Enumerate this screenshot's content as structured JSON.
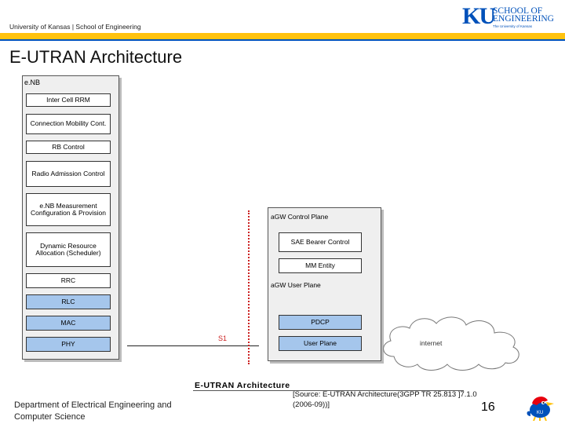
{
  "header": {
    "institution": "University of Kansas | School of Engineering",
    "logo": {
      "mark": "KU",
      "line1": "SCHOOL OF",
      "line2": "ENGINEERING",
      "subline": "The University of Kansas"
    }
  },
  "title": "E-UTRAN Architecture",
  "diagram": {
    "enb": {
      "label": "e.NB",
      "functions": [
        "Inter Cell RRM",
        "Connection Mobility Cont.",
        "RB Control",
        "Radio Admission Control",
        "e.NB Measurement Configuration & Provision",
        "Dynamic Resource Allocation (Scheduler)",
        "RRC",
        "RLC",
        "MAC",
        "PHY"
      ]
    },
    "agw": {
      "control_plane_label": "aGW Control Plane",
      "control_functions": [
        "SAE Bearer Control",
        "MM Entity"
      ],
      "user_plane_label": "aGW User Plane",
      "user_functions": [
        "PDCP",
        "User Plane"
      ]
    },
    "interface_label": "S1",
    "cloud_label": "internet",
    "caption": "E-UTRAN Architecture"
  },
  "footer": {
    "department": "Department of Electrical Engineering and Computer Science",
    "source": "[Source: E-UTRAN Architecture(3GPP TR 25.813 ]7.1.0 (2006-09))]",
    "page_number": "16"
  },
  "colors": {
    "ku_blue": "#0051ba",
    "ku_yellow": "#ffc20e",
    "layer_blue": "#a5c6ec",
    "s1_red": "#cc2222"
  }
}
